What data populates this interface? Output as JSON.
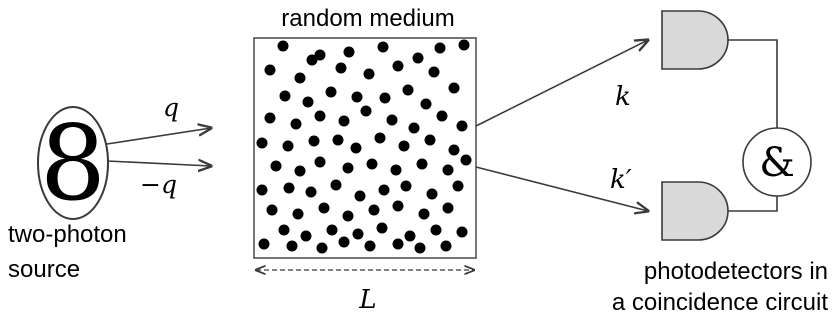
{
  "labels": {
    "random_medium": "random medium",
    "two_photon_line1": "two-photon",
    "two_photon_line2": "source",
    "photodetectors_line1": "photodetectors in",
    "photodetectors_line2": "a coincidence circuit",
    "wavevector_q": "q",
    "wavevector_minus_q": "−q",
    "wavevector_k": "k",
    "wavevector_k_prime": "k′",
    "length_L": "L",
    "source_symbol": "8",
    "and_gate_symbol": "&"
  },
  "colors": {
    "line": "#3a3a3a",
    "detector_fill": "#d9d9d9",
    "particle": "#000000"
  }
}
